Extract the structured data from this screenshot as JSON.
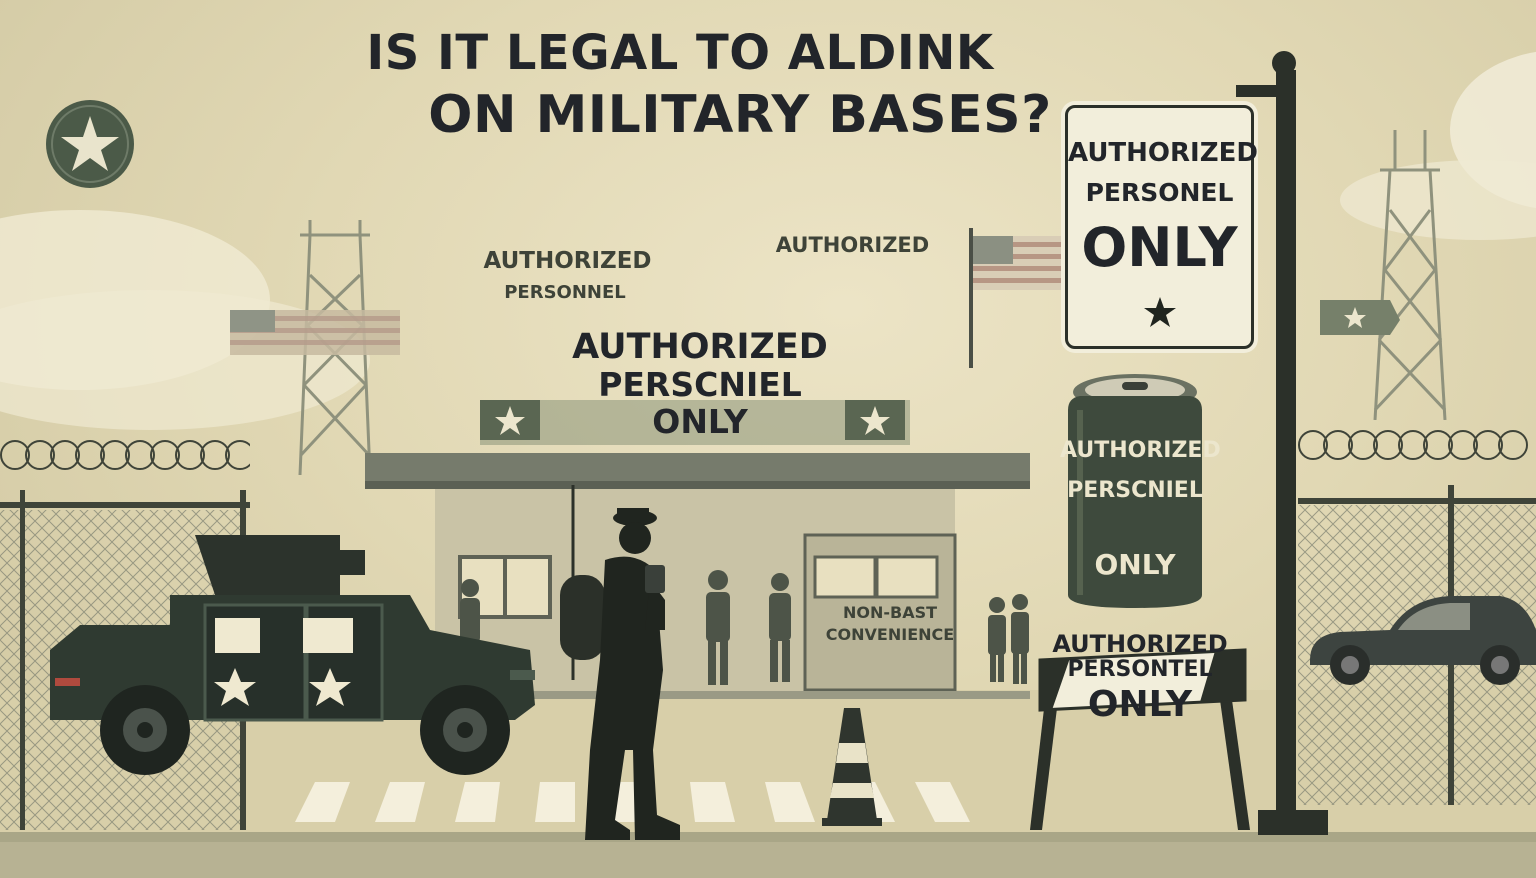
{
  "headline": {
    "line1": "IS IT LEGAL TO ALDINK",
    "line2": "ON MILITARY BASES?"
  },
  "signs": {
    "left_small": {
      "line1": "AUTHORIZED",
      "line2": "PERSONNEL"
    },
    "center_small": "AUTHORIZED",
    "building_main": {
      "line1": "AUTHORIZED",
      "line2": "PERSCNIEL",
      "line3": "ONLY"
    },
    "pole_sign": {
      "line1": "AUTHORIZED",
      "line2": "PERSONEL",
      "line3": "ONLY"
    },
    "can_label": {
      "line1": "AUTHORIZED",
      "line2": "PERSCNIEL",
      "line3": "ONLY"
    },
    "barrier_sign": {
      "line1": "AUTHORIZED",
      "line2": "PERSONTEL",
      "line3": "ONLY"
    },
    "store_sign": {
      "line1": "NON-BAST",
      "line2": "CONVENIENCE"
    }
  },
  "colors": {
    "background": "#e1d8b4",
    "olive": "#3f4a3c",
    "text": "#22252a",
    "sign_panel": "#f2eedb"
  }
}
